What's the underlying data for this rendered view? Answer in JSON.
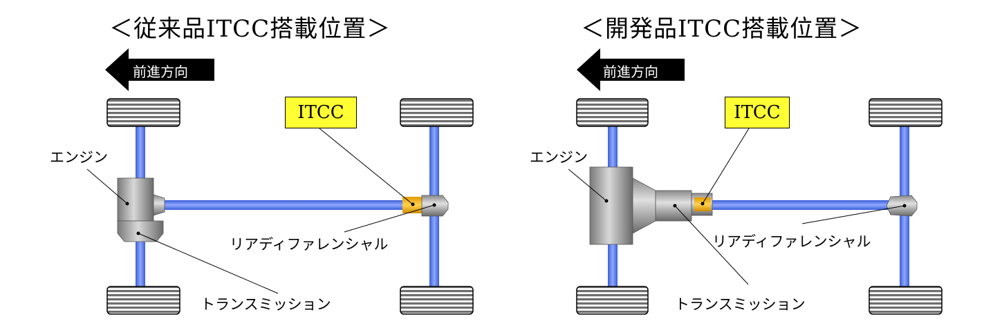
{
  "left": {
    "title": "＜従来品ITCC搭載位置＞",
    "direction_label": "前進方向",
    "itcc_label": "ITCC",
    "engine_label": "エンジン",
    "rear_diff_label": "リアディファレンシャル",
    "transmission_label": "トランスミッション"
  },
  "right": {
    "title": "＜開発品ITCC搭載位置＞",
    "direction_label": "前進方向",
    "itcc_label": "ITCC",
    "engine_label": "エンジン",
    "rear_diff_label": "リアディファレンシャル",
    "transmission_label": "トランスミッション"
  },
  "colors": {
    "shaft": "#5a7ff0",
    "itcc_box": "#ffff33",
    "itcc_part": "#f5b800",
    "component": "#999999",
    "tire": "#777777"
  }
}
